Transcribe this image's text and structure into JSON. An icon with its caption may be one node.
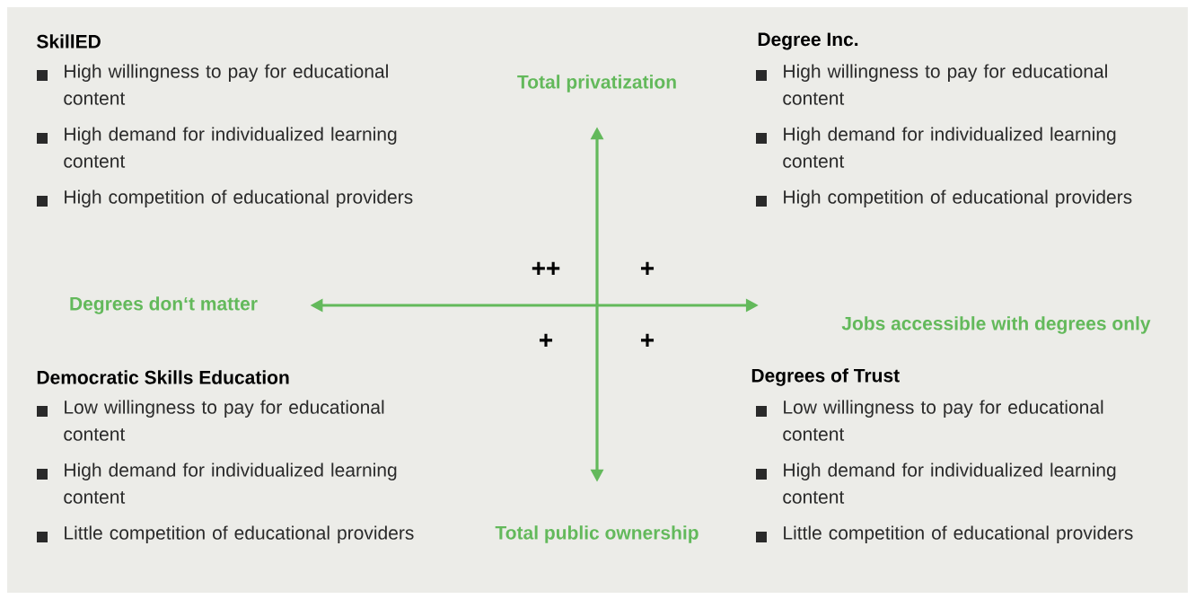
{
  "diagram": {
    "nodes": [
      {
        "text": [
          "Total privatization"
        ]
      },
      {
        "text": [
          "Total public ownership"
        ]
      },
      {
        "text": [
          "Degrees don‘t matter"
        ]
      },
      {
        "text": [
          "Jobs accessible with degrees only"
        ]
      }
    ],
    "edges": [
      {
        "from": 0,
        "to": 1,
        "arrow": "both"
      },
      {
        "from": 2,
        "to": 3,
        "arrow": "both"
      }
    ],
    "labels": [
      "SkillED",
      "High willingness to pay for educational content",
      "High demand for individualized learning content",
      "High competition of educational providers",
      "Degree Inc.",
      "High willingness to pay for educational content",
      "High demand for individualized learning content",
      "High competition of educational providers",
      "++",
      "+",
      "+",
      "+",
      "Democratic Skills Education",
      "Low willingness to pay for educational content",
      "High demand for individualized learning content",
      "Little competition of educational providers",
      "Degrees of Trust",
      "Low willingness to pay for educational content",
      "High demand for individualized learning content",
      "Little competition of educational providers"
    ]
  }
}
